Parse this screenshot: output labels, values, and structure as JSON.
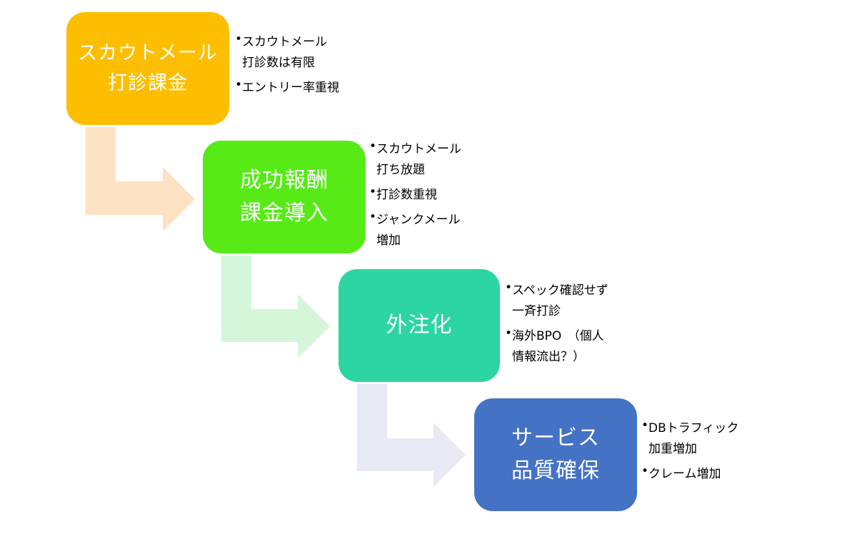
{
  "colors": {
    "step1": "#FDBE00",
    "step2": "#57EA17",
    "step3": "#2DD5A3",
    "step4": "#4472C4",
    "arrow1": "#FDE3C3",
    "arrow2": "#D6F6DA",
    "arrow3": "#E7EAF4"
  },
  "steps": [
    {
      "title_lines": [
        "スカウトメール",
        "打診課金"
      ],
      "notes": [
        {
          "bullet": "•",
          "lines": [
            "スカウトメール",
            "打診数は有限"
          ]
        },
        {
          "bullet": "•",
          "lines": [
            "エントリー率重視"
          ]
        }
      ]
    },
    {
      "title_lines": [
        "成功報酬",
        "課金導入"
      ],
      "notes": [
        {
          "bullet": "•",
          "lines": [
            "スカウトメール",
            "打ち放題"
          ]
        },
        {
          "bullet": "•",
          "lines": [
            "打診数重視"
          ]
        },
        {
          "bullet": "•",
          "lines": [
            "ジャンクメール",
            "増加"
          ]
        }
      ]
    },
    {
      "title_lines": [
        "外注化"
      ],
      "notes": [
        {
          "bullet": "•",
          "lines": [
            "スペック確認せず",
            "一斉打診"
          ]
        },
        {
          "bullet": "•",
          "lines": [
            "海外BPO　（個人",
            "情報流出？）"
          ]
        }
      ]
    },
    {
      "title_lines": [
        "サービス",
        "品質確保"
      ],
      "notes": [
        {
          "bullet": "•",
          "lines": [
            "DBトラフィック",
            "加重増加"
          ]
        },
        {
          "bullet": "•",
          "lines": [
            "クレーム増加"
          ]
        }
      ]
    }
  ]
}
